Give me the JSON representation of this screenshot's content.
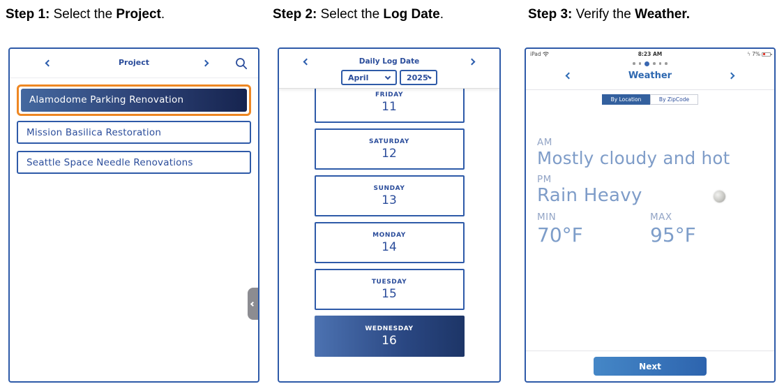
{
  "steps": [
    {
      "prefix": "Step 1:",
      "middle": " Select the ",
      "emphasis": "Project",
      "suffix": "."
    },
    {
      "prefix": "Step 2:",
      "middle": " Select the ",
      "emphasis": "Log Date",
      "suffix": "."
    },
    {
      "prefix": "Step 3:",
      "middle": " Verify the ",
      "emphasis": "Weather.",
      "suffix": ""
    }
  ],
  "project_panel": {
    "title": "Project",
    "items": [
      {
        "label": "Alamodome Parking Renovation",
        "selected": true
      },
      {
        "label": "Mission Basilica Restoration",
        "selected": false
      },
      {
        "label": "Seattle Space Needle Renovations",
        "selected": false
      }
    ],
    "icons": [
      "chevron-left-icon",
      "chevron-right-icon",
      "search-icon",
      "drawer-collapse-icon"
    ]
  },
  "date_panel": {
    "title": "Daily Log Date",
    "month_selected": "April",
    "year_selected": "2025",
    "days": [
      {
        "day": "FRIDAY",
        "date": "11",
        "selected": false,
        "partial": true
      },
      {
        "day": "SATURDAY",
        "date": "12",
        "selected": false,
        "partial": false
      },
      {
        "day": "SUNDAY",
        "date": "13",
        "selected": false,
        "partial": false
      },
      {
        "day": "MONDAY",
        "date": "14",
        "selected": false,
        "partial": false
      },
      {
        "day": "TUESDAY",
        "date": "15",
        "selected": false,
        "partial": false
      },
      {
        "day": "WEDNESDAY",
        "date": "16",
        "selected": true,
        "partial": false
      }
    ]
  },
  "weather_panel": {
    "status_bar": {
      "carrier": "iPad",
      "time": "8:23 AM",
      "battery_percent": "7%"
    },
    "page_dots": {
      "count": 6,
      "active_index": 2
    },
    "title": "Weather",
    "tabs": [
      {
        "label": "By Location",
        "active": true
      },
      {
        "label": "By ZipCode",
        "active": false
      }
    ],
    "am_label": "AM",
    "am_value": "Mostly cloudy and hot",
    "pm_label": "PM",
    "pm_value": "Rain Heavy",
    "min_label": "MIN",
    "min_value": "70°F",
    "max_label": "MAX",
    "max_value": "95°F",
    "next_label": "Next",
    "icons": [
      "wifi-icon",
      "battery-icon",
      "weather-condition-icon",
      "chevron-left-icon",
      "chevron-right-icon"
    ]
  },
  "colors": {
    "panel_border_blue": "#2e5aa8",
    "brand_text_blue": "#2b4d9b",
    "selected_gradient_start": "#44689f",
    "selected_gradient_end": "#16244f",
    "highlight_orange": "#ee8722",
    "weather_label_blue": "#93a5c6",
    "weather_value_blue": "#7e9cc8",
    "next_gradient_start": "#4587c7",
    "next_gradient_end": "#2d64ae",
    "battery_low_red": "#e03c31"
  }
}
